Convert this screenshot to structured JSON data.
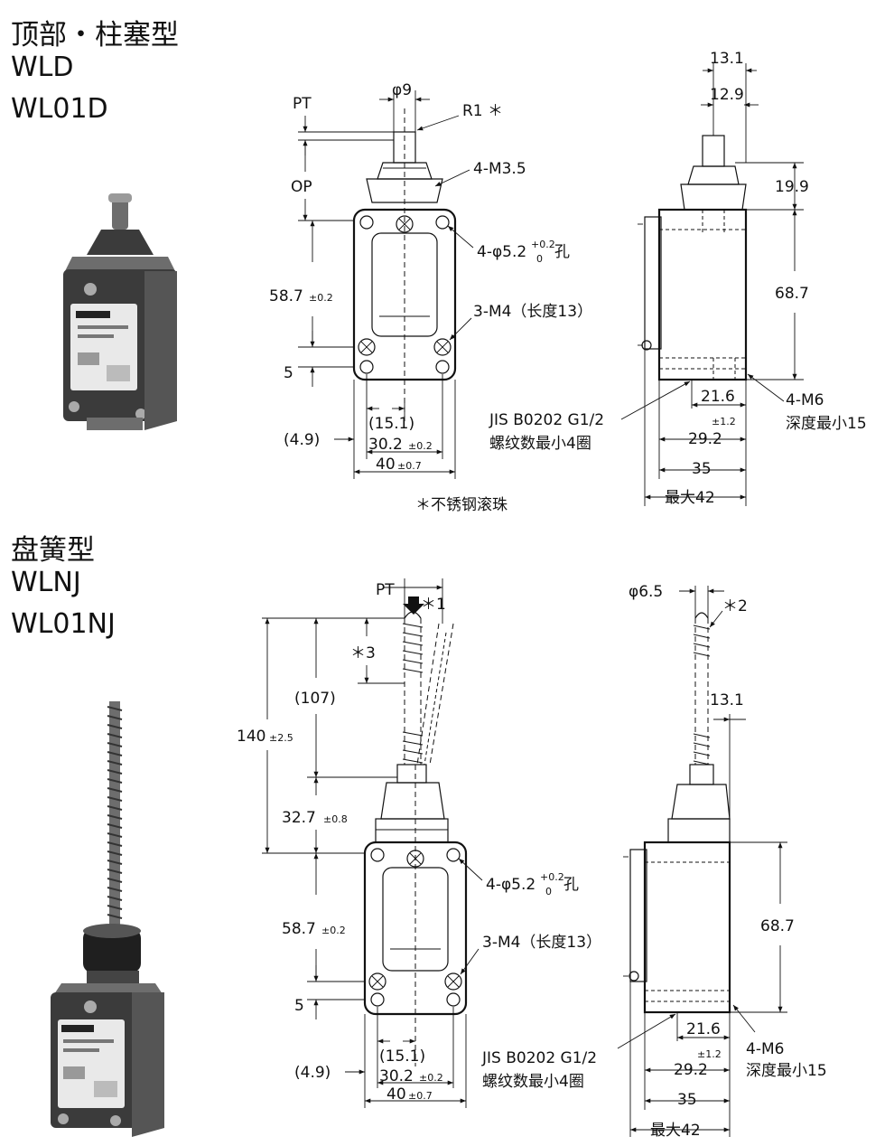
{
  "top_section": {
    "title": "顶部・柱塞型",
    "model_1": "WLD",
    "model_2": "WL01D",
    "front_view": {
      "pt": "PT",
      "phi9": "φ9",
      "r1": "R1 ＊",
      "op": "OP",
      "m35": "4-M3.5",
      "hole_main": "4-φ5.2",
      "hole_sup": "+0.2",
      "hole_sub": "0",
      "hole_suffix": "孔",
      "m4": "3-M4（长度13）",
      "d587": "58.7",
      "tol_02": "±0.2",
      "d5": "5",
      "d49": "(4.9)",
      "d151": "(15.1)",
      "d302": "30.2",
      "d40": "40",
      "tol_07": "±0.7",
      "note": "＊不锈钢滚珠"
    },
    "side_view": {
      "d131": "13.1",
      "d129": "12.9",
      "d199": "19.9",
      "d687": "68.7",
      "d216": "21.6",
      "tol_12": "±1.2",
      "d292": "29.2",
      "d35": "35",
      "max42": "最大42",
      "m6": "4-M6",
      "m6_depth": "深度最小15",
      "jis_1": "JIS B0202 G1/2",
      "jis_2": "螺纹数最小4圈"
    }
  },
  "bottom_section": {
    "title": "盘簧型",
    "model_1": "WLNJ",
    "model_2": "WL01NJ",
    "front_view": {
      "pt": "PT",
      "star1": "＊1",
      "star3": "＊3",
      "d107": "(107)",
      "d140": "140",
      "tol_25": "±2.5",
      "d327": "32.7",
      "tol_08": "±0.8",
      "hole_main": "4-φ5.2",
      "hole_sup": "+0.2",
      "hole_sub": "0",
      "hole_suffix": "孔",
      "m4": "3-M4（长度13）",
      "d587": "58.7",
      "tol_02": "±0.2",
      "d5": "5",
      "d49": "(4.9)",
      "d151": "(15.1)",
      "d302": "30.2",
      "d40": "40",
      "tol_07": "±0.7"
    },
    "side_view": {
      "phi65": "φ6.5",
      "star2": "＊2",
      "d131": "13.1",
      "d687": "68.7",
      "d216": "21.6",
      "tol_12": "±1.2",
      "d292": "29.2",
      "d35": "35",
      "max42": "最大42",
      "m6": "4-M6",
      "m6_depth": "深度最小15",
      "jis_1": "JIS B0202 G1/2",
      "jis_2": "螺纹数最小4圈"
    }
  }
}
